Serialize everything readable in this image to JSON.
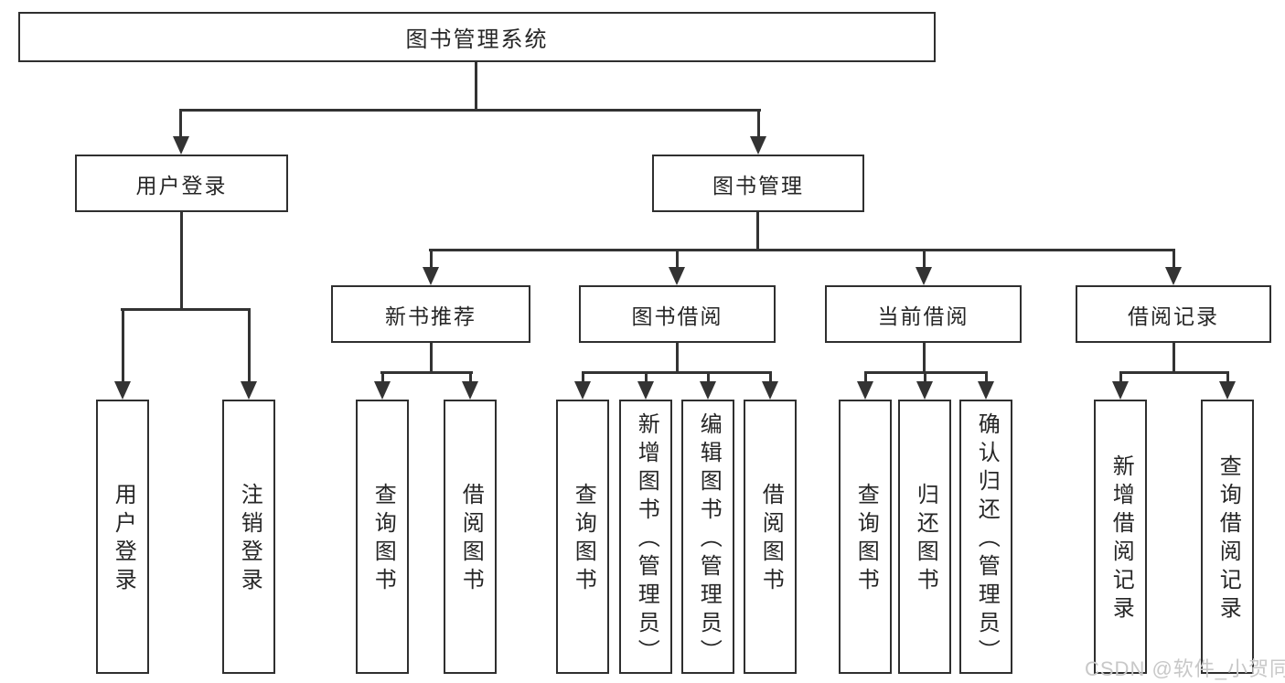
{
  "diagram": {
    "title": "图书管理系统",
    "level2": {
      "user_login": "用户登录",
      "book_mgmt": "图书管理"
    },
    "level3": {
      "new_books": "新书推荐",
      "borrowing": "图书借阅",
      "current": "当前借阅",
      "records": "借阅记录"
    },
    "leaves": {
      "login": "用户登录",
      "logout": "注销登录",
      "nb_query": "查询图书",
      "nb_borrow": "借阅图书",
      "bb_query": "查询图书",
      "bb_add": "新增图书（管理员）",
      "bb_edit": "编辑图书（管理员）",
      "bb_borrow": "借阅图书",
      "cb_query": "查询图书",
      "cb_return": "归还图书",
      "cb_confirm": "确认归还（管理员）",
      "rec_add": "新增借阅记录",
      "rec_query": "查询借阅记录"
    },
    "watermark": "CSDN @软件_小贺同学",
    "colors": {
      "line": "#333333",
      "box_border": "#2f2f2f",
      "box_fill": "#ffffff",
      "text": "#262626",
      "watermark": "#c8c8c8",
      "background": "#ffffff"
    }
  }
}
